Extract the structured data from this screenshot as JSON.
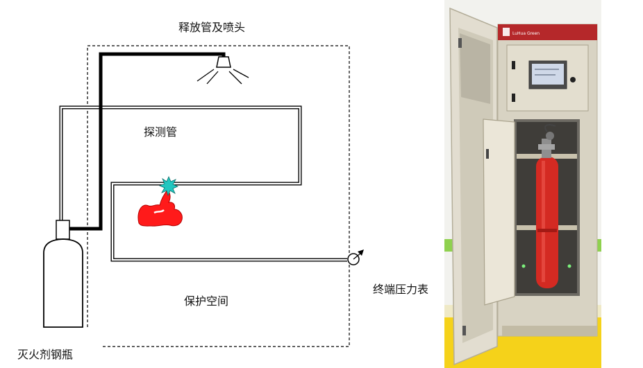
{
  "labels": {
    "release_pipe_nozzle": "释放管及喷头",
    "detection_tube": "探测管",
    "protected_space": "保护空间",
    "terminal_pressure_gauge": "终端压力表",
    "extinguishing_cylinder": "灭火剂钢瓶"
  },
  "photo": {
    "brand_text": "LuHua Green",
    "colors": {
      "cabinet": "#d8d3c3",
      "cylinder": "#d42a22",
      "floor": "#f5d21a",
      "header": "#b5282a",
      "wall": "#f2f2ee"
    }
  },
  "colors": {
    "flame": "#ff1a1a",
    "spark": "#22c7c0",
    "line": "#000000"
  }
}
